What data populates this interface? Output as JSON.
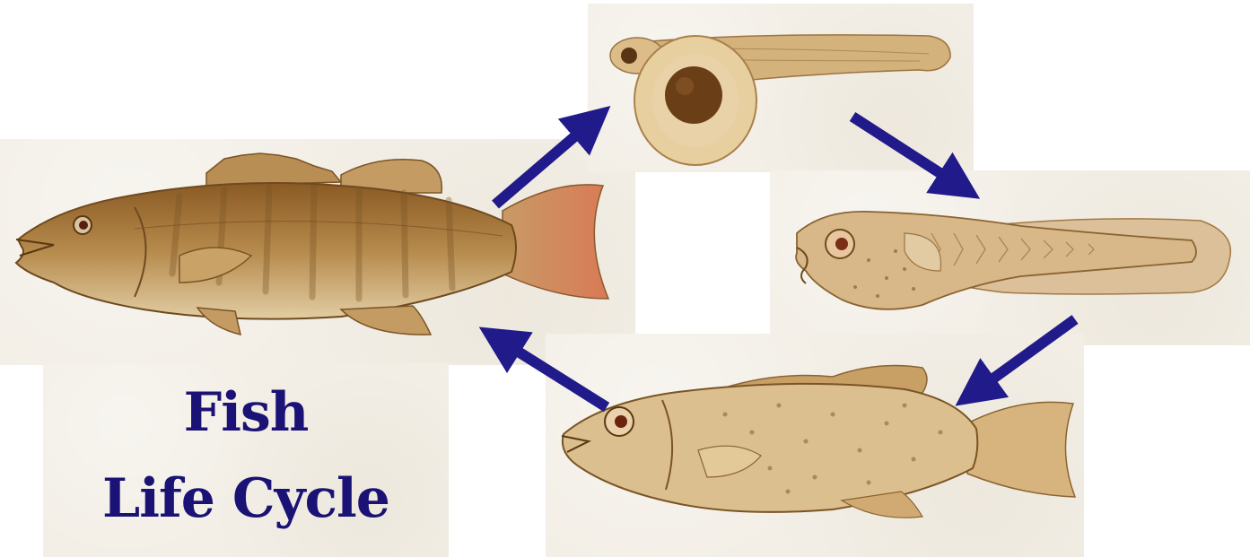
{
  "title": {
    "line1": "Fish",
    "line2": "Life Cycle",
    "color": "#1a1274"
  },
  "stages": [
    {
      "key": "adult",
      "icon": "adult-fish-illustration"
    },
    {
      "key": "sac-fry",
      "icon": "sac-fry-illustration"
    },
    {
      "key": "larva",
      "icon": "larval-fish-illustration"
    },
    {
      "key": "juvenile",
      "icon": "juvenile-fish-illustration"
    }
  ],
  "arrow_color": "#201a8a",
  "panel_color": "#f3efe7"
}
